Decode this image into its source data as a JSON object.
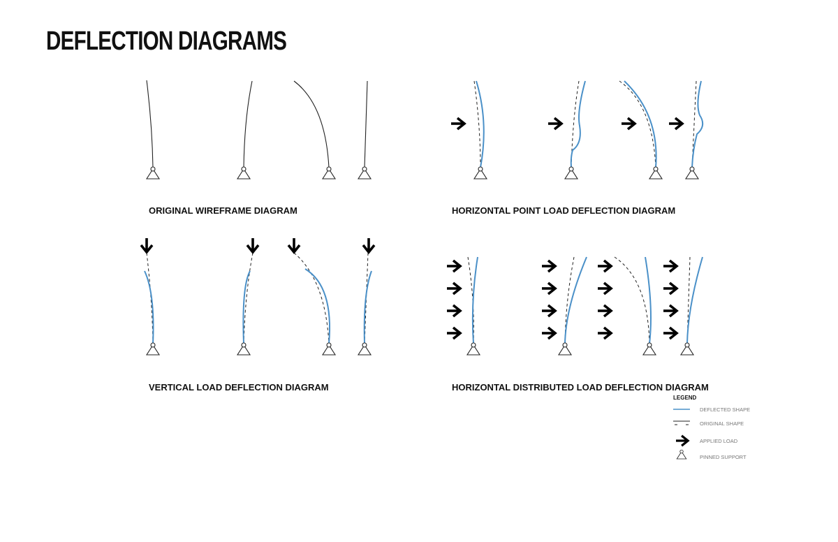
{
  "title": "DEFLECTION DIAGRAMS",
  "colors": {
    "deflected": "#4a90c8",
    "line": "#222222",
    "load": "#000000"
  },
  "panels": {
    "original": {
      "caption": "ORIGINAL WIREFRAME DIAGRAM"
    },
    "horizontal_point": {
      "caption": "HORIZONTAL POINT LOAD DEFLECTION DIAGRAM"
    },
    "vertical": {
      "caption": "VERTICAL LOAD DEFLECTION DIAGRAM"
    },
    "horizontal_distributed": {
      "caption": "HORIZONTAL DISTRIBUTED LOAD DEFLECTION DIAGRAM"
    }
  },
  "legend": {
    "title": "LEGEND",
    "items": [
      {
        "symbol": "deflected-line",
        "label": "DEFLECTED SHAPE"
      },
      {
        "symbol": "dashed-line",
        "label": "ORIGINAL SHAPE"
      },
      {
        "symbol": "arrow-icon",
        "label": "APPLIED LOAD"
      },
      {
        "symbol": "pinned-support-icon",
        "label": "PINNED SUPPORT"
      }
    ]
  }
}
